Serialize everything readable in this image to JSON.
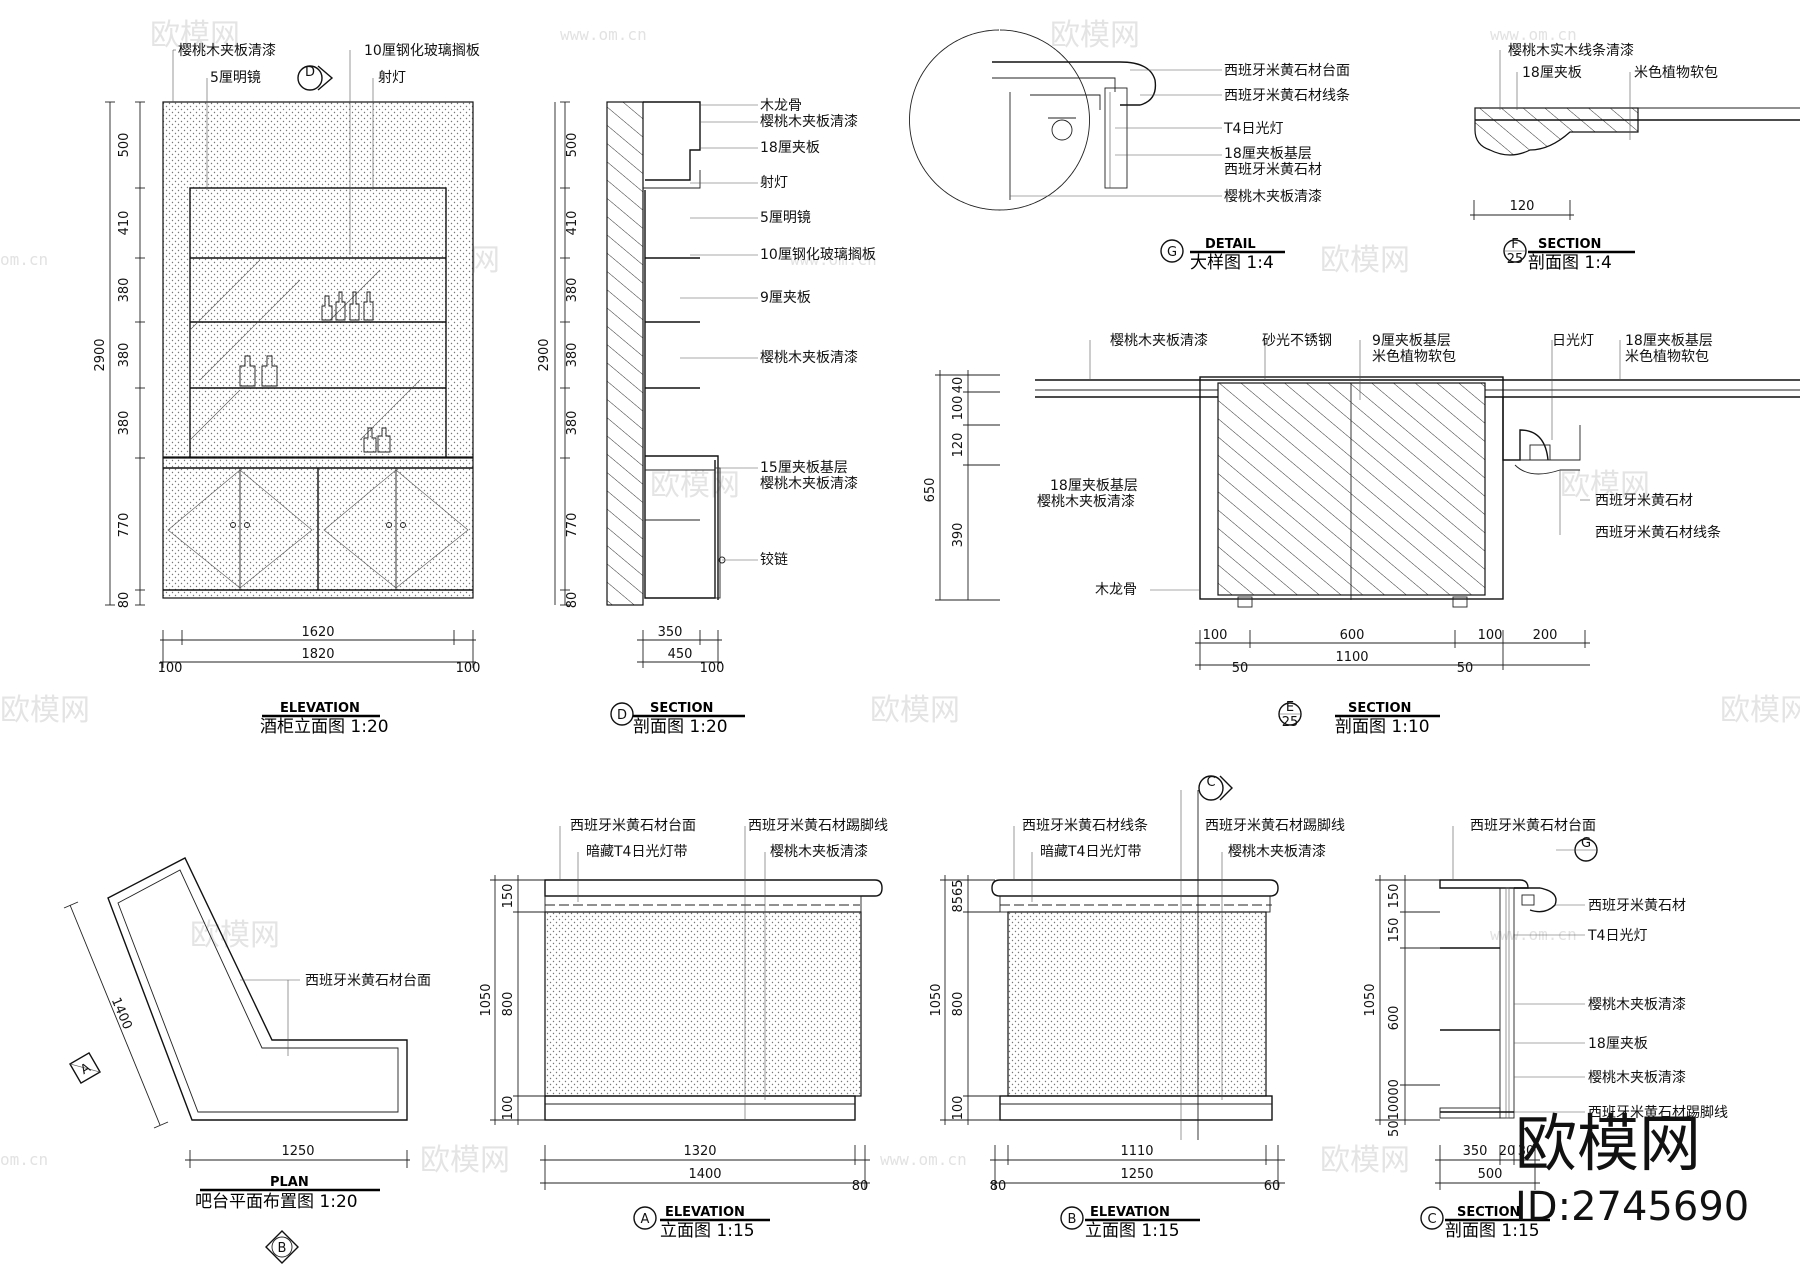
{
  "watermark": {
    "cn": "欧模网",
    "url": "www.om.cn",
    "url_short": "om.cn"
  },
  "brand": {
    "name": "欧模网",
    "id": "ID:2745690"
  },
  "views": {
    "v1": {
      "en": "ELEVATION",
      "cn": "酒柜立面图  1:20"
    },
    "v2": {
      "en": "SECTION",
      "cn": "剖面图  1:20",
      "mark": "D"
    },
    "v3": {
      "en": "DETAIL",
      "cn": "大样图  1:4",
      "mark": "G"
    },
    "v4": {
      "en": "SECTION",
      "cn": "剖面图  1:4",
      "mark": "F",
      "sheet": "25"
    },
    "v5": {
      "en": "SECTION",
      "cn": "剖面图  1:10",
      "mark": "E",
      "sheet": "25"
    },
    "v6": {
      "en": "PLAN",
      "cn": "吧台平面布置图  1:20"
    },
    "v7": {
      "en": "ELEVATION",
      "cn": "立面图  1:15",
      "mark": "A"
    },
    "v8": {
      "en": "ELEVATION",
      "cn": "立面图  1:15",
      "mark": "B"
    },
    "v9": {
      "en": "SECTION",
      "cn": "剖面图  1:15",
      "mark": "C"
    }
  },
  "labels": {
    "v1": [
      "樱桃木夹板清漆",
      "5厘明镜",
      "10厘钢化玻璃搁板",
      "射灯"
    ],
    "v2": [
      "木龙骨",
      "樱桃木夹板清漆",
      "18厘夹板",
      "射灯",
      "5厘明镜",
      "10厘钢化玻璃搁板",
      "9厘夹板",
      "樱桃木夹板清漆",
      "15厘夹板基层",
      "樱桃木夹板清漆",
      "铰链"
    ],
    "v3": [
      "西班牙米黄石材台面",
      "西班牙米黄石材线条",
      "T4日光灯",
      "18厘夹板基层",
      "西班牙米黄石材",
      "樱桃木夹板清漆"
    ],
    "v4": [
      "樱桃木实木线条清漆",
      "18厘夹板",
      "米色植物软包"
    ],
    "v5": [
      "樱桃木夹板清漆",
      "砂光不锈钢",
      "9厘夹板基层",
      "米色植物软包",
      "日光灯",
      "18厘夹板基层",
      "米色植物软包",
      "18厘夹板基层",
      "樱桃木夹板清漆",
      "西班牙米黄石材",
      "西班牙米黄石材线条",
      "木龙骨"
    ],
    "v6": [
      "西班牙米黄石材台面"
    ],
    "v7": [
      "西班牙米黄石材台面",
      "西班牙米黄石材踢脚线",
      "暗藏T4日光灯带",
      "樱桃木夹板清漆"
    ],
    "v8": [
      "西班牙米黄石材线条",
      "西班牙米黄石材踢脚线",
      "暗藏T4日光灯带",
      "樱桃木夹板清漆"
    ],
    "v9": [
      "西班牙米黄石材台面",
      "西班牙米黄石材",
      "T4日光灯",
      "樱桃木夹板清漆",
      "18厘夹板",
      "樱桃木夹板清漆",
      "西班牙米黄石材踢脚线"
    ]
  },
  "dims": {
    "v1_v": [
      "500",
      "410",
      "380",
      "380",
      "380",
      "770",
      "80",
      "2900"
    ],
    "v1_h": [
      "1620",
      "1820",
      "100",
      "100"
    ],
    "v2_v": [
      "500",
      "410",
      "380",
      "380",
      "380",
      "770",
      "80",
      "2900"
    ],
    "v2_h": [
      "350",
      "450",
      "100"
    ],
    "v4_h": [
      "120"
    ],
    "v5_v": [
      "40",
      "100",
      "120",
      "390",
      "650"
    ],
    "v5_h": [
      "100",
      "600",
      "100",
      "200",
      "50",
      "1100",
      "50"
    ],
    "v6": [
      "1400",
      "1250"
    ],
    "v7_v": [
      "150",
      "800",
      "100",
      "1050"
    ],
    "v7_h": [
      "1320",
      "1400",
      "80"
    ],
    "v8_v": [
      "8565",
      "800",
      "100",
      "1050"
    ],
    "v8_h": [
      "1110",
      "1250",
      "80",
      "60"
    ],
    "v9_v": [
      "150",
      "150",
      "600",
      "1050",
      "5010000"
    ],
    "v9_h": [
      "350",
      "20",
      "30",
      "500"
    ]
  },
  "markers": {
    "D": "D",
    "C": "C",
    "G": "G",
    "A": "A",
    "B": "B"
  }
}
